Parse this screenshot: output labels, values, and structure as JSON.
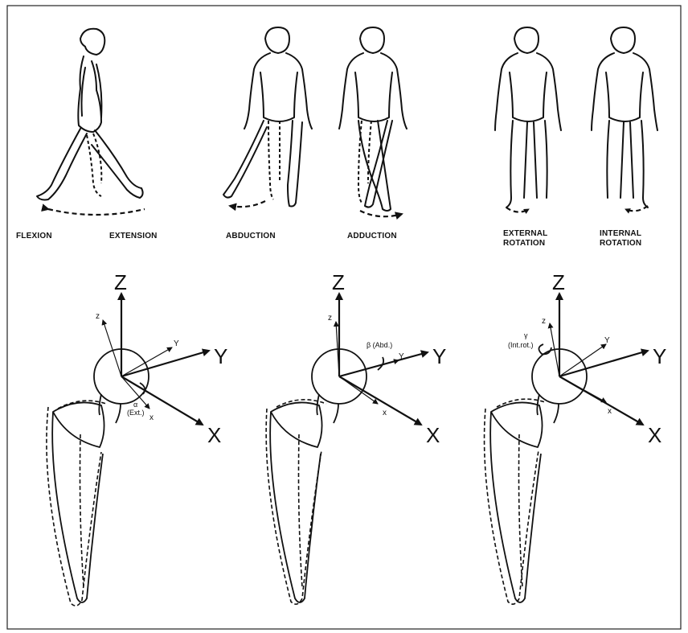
{
  "motions": [
    {
      "label": "FLEXION"
    },
    {
      "label": "EXTENSION"
    },
    {
      "label": "ABDUCTION"
    },
    {
      "label": "ADDUCTION"
    },
    {
      "label_line1": "EXTERNAL",
      "label_line2": "ROTATION"
    },
    {
      "label_line1": "INTERNAL",
      "label_line2": "ROTATION"
    }
  ],
  "axes": {
    "big_x": "X",
    "big_y": "Y",
    "big_z": "Z",
    "small_x": "x",
    "small_y": "Y",
    "small_z": "z"
  },
  "angles": {
    "alpha_symbol": "α",
    "alpha_label": "(Ext.)",
    "beta_label": "β (Abd.)",
    "gamma_symbol": "γ",
    "gamma_label": "(Int.rot.)"
  }
}
